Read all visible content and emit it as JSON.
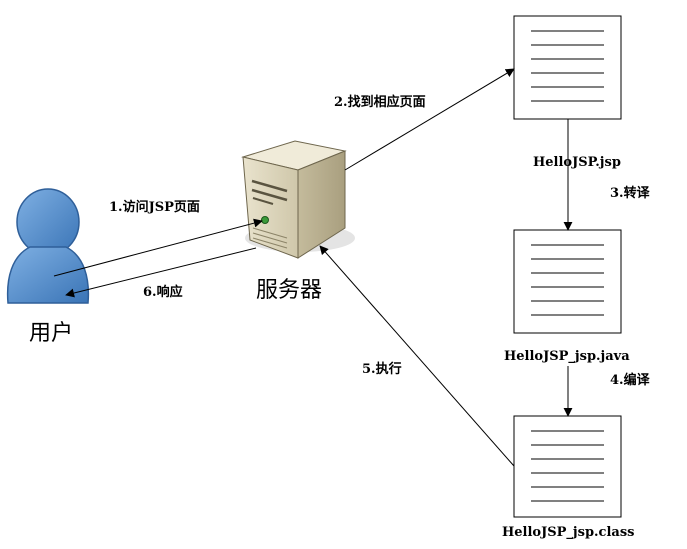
{
  "nodes": {
    "user": "用户",
    "server": "服务器",
    "jsp_file": "HelloJSP.jsp",
    "java_file": "HelloJSP_jsp.java",
    "class_file": "HelloJSP_jsp.class"
  },
  "steps": {
    "s1": "1.访问JSP页面",
    "s2": "2.找到相应页面",
    "s3": "3.转译",
    "s4": "4.编译",
    "s5": "5.执行",
    "s6": "6.响应"
  },
  "colors": {
    "user_fill": "#4a86c8",
    "user_stroke": "#2f5f99",
    "server_body": "#ddd6bd",
    "server_side": "#b7ae90",
    "server_top": "#ece6d2",
    "doc_line": "#000000"
  },
  "icons": {
    "user": "person-icon",
    "server": "server-tower-icon",
    "document": "document-icon"
  }
}
